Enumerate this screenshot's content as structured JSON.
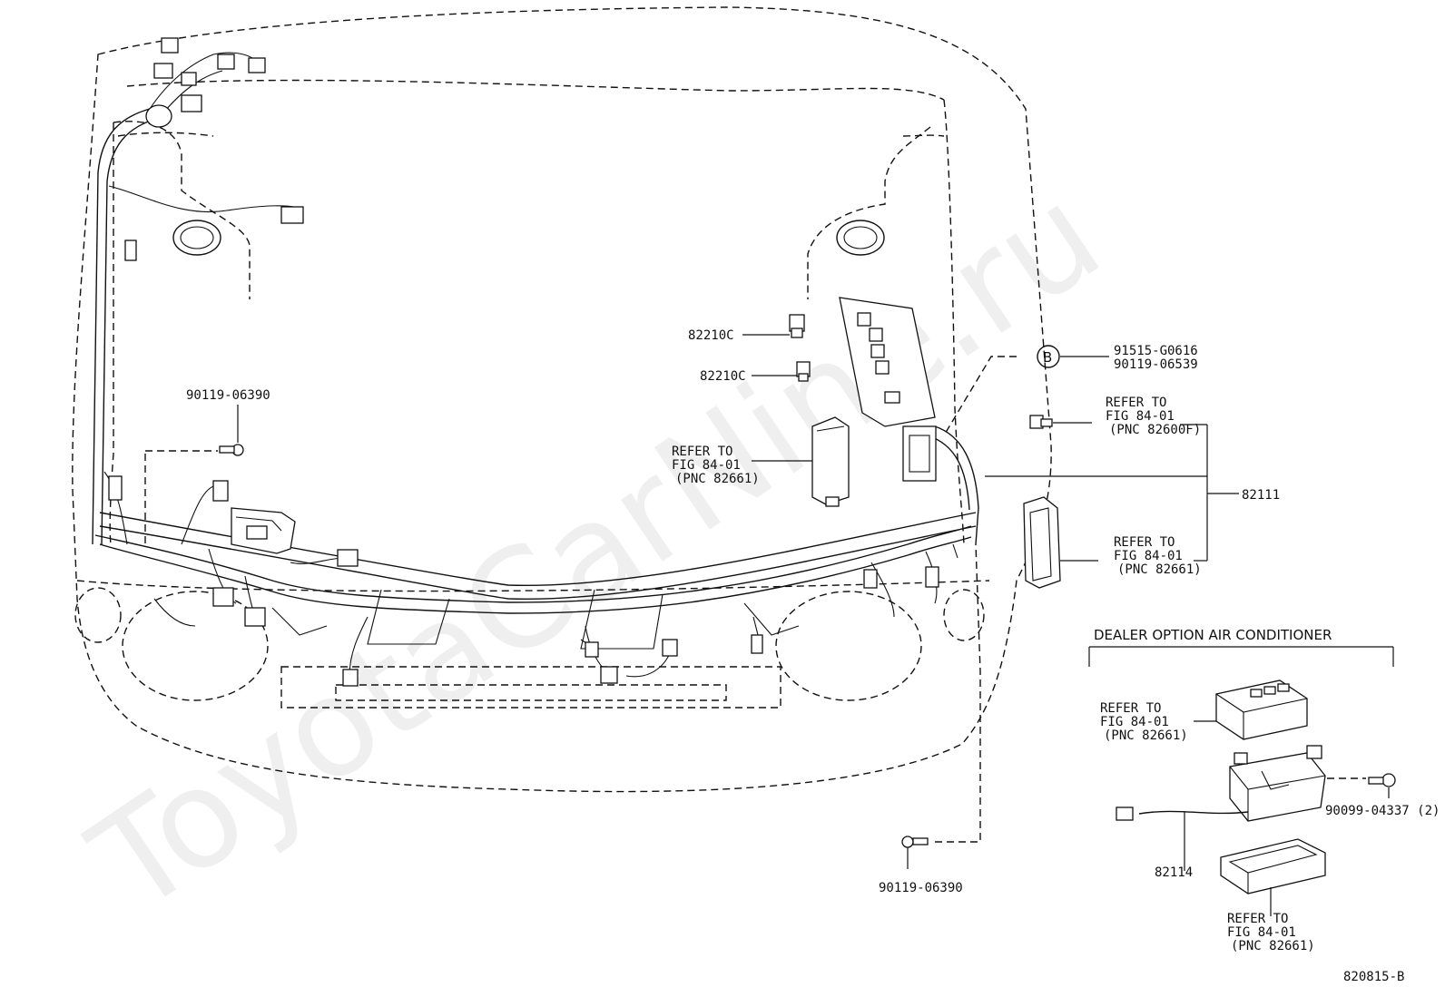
{
  "watermark": "ToyotaCarNine.ru",
  "figure_code": "820815-B",
  "callout_b": "B",
  "labels": {
    "bolt_left": "90119-06390",
    "bolt_bottom": "90119-06390",
    "relay_1": "82210C",
    "relay_2": "82210C",
    "ref_b_line1": "91515-G0616",
    "ref_b_line2": "90119-06539",
    "harness": "82111",
    "ref_fuse_line1": "REFER TO",
    "ref_fuse_line2": "FIG 84-01",
    "ref_fuse_line3": "(PNC 82661)",
    "ref_fusible_line1": "REFER TO",
    "ref_fusible_line2": "FIG 84-01",
    "ref_fusible_line3": "(PNC 82600F)",
    "ref_cover_line1": "REFER TO",
    "ref_cover_line2": "FIG 84-01",
    "ref_cover_line3": "(PNC 82661)"
  },
  "dealer_option": {
    "title": "DEALER OPTION AIR CONDITIONER",
    "ref_top_line1": "REFER TO",
    "ref_top_line2": "FIG 84-01",
    "ref_top_line3": "(PNC 82661)",
    "ref_bottom_line1": "REFER TO",
    "ref_bottom_line2": "FIG 84-01",
    "ref_bottom_line3": "(PNC 82661)",
    "screw": "90099-04337 (2)",
    "wire": "82114"
  }
}
